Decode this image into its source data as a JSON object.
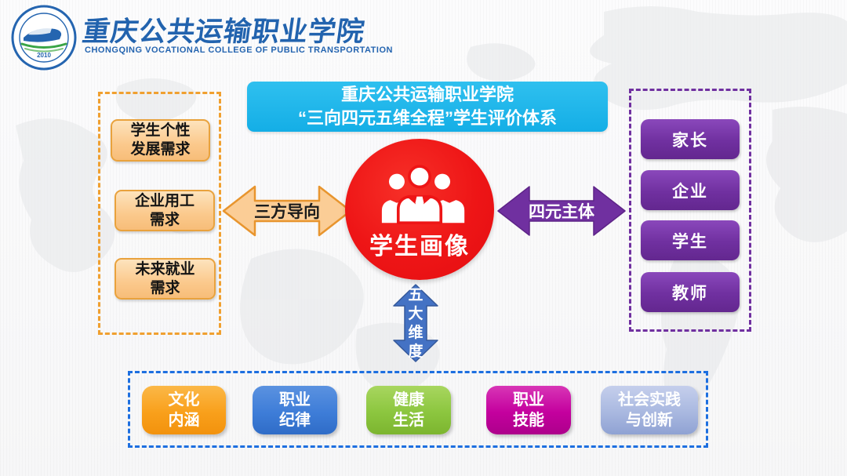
{
  "header": {
    "college_name_cn": "重庆公共运输职业学院",
    "college_name_en": "CHONGQING VOCATIONAL COLLEGE OF PUBLIC TRANSPORTATION",
    "logo_year": "2010"
  },
  "banner": {
    "line1": "重庆公共运输职业学院",
    "line2": "“三向四元五维全程”学生评价体系"
  },
  "center": {
    "label": "学生画像"
  },
  "left_panel": {
    "items": [
      {
        "line1": "学生个性",
        "line2": "发展需求"
      },
      {
        "line1": "企业用工",
        "line2": "需求"
      },
      {
        "line1": "未来就业",
        "line2": "需求"
      }
    ]
  },
  "left_arrow": {
    "label": "三方导向"
  },
  "right_arrow": {
    "label": "四元主体"
  },
  "right_panel": {
    "items": [
      {
        "label": "家长"
      },
      {
        "label": "企业"
      },
      {
        "label": "学生"
      },
      {
        "label": "教师"
      }
    ]
  },
  "vertical_arrow": {
    "label": "五大维度",
    "chars": [
      "五",
      "大",
      "维",
      "度"
    ]
  },
  "bottom_panel": {
    "items": [
      {
        "line1": "文化",
        "line2": "内涵",
        "color": "#f9a01b"
      },
      {
        "line1": "职业",
        "line2": "纪律",
        "color": "#3e7dd8"
      },
      {
        "line1": "健康",
        "line2": "生活",
        "color": "#8cc63f"
      },
      {
        "line1": "职业",
        "line2": "技能",
        "color": "#c4009e"
      },
      {
        "line1": "社会实践",
        "line2": "与创新",
        "color": "#a9b8e0"
      }
    ]
  },
  "colors": {
    "banner_cyan": "#1cb4e9",
    "center_red": "#ee1516",
    "left_box_fill": "#fbc98c",
    "left_box_border": "#e9a23d",
    "left_dash": "#f0a030",
    "purple": "#7030a0",
    "vertical_arrow_blue": "#4472c4",
    "bottom_dash": "#1d6fe0",
    "logo_blue": "#2565b0"
  }
}
